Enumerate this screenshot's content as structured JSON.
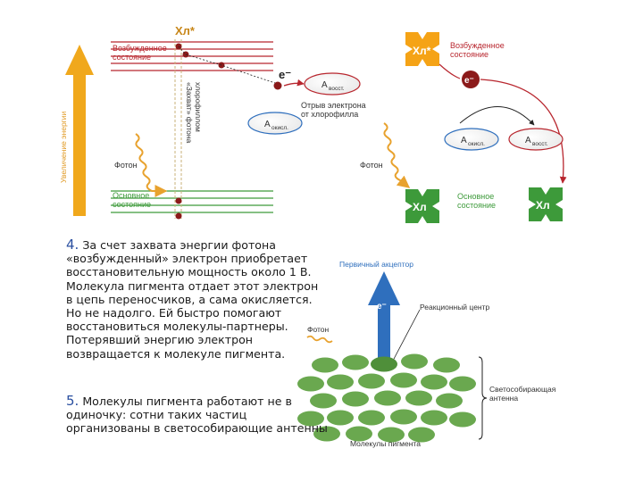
{
  "top_diagram": {
    "energy_axis_label": "Увеличение энергии",
    "excited_state_left": [
      "Возбужденное",
      "состояние"
    ],
    "excited_state_right": [
      "Возбужденное",
      "состояние"
    ],
    "ground_state_left": [
      "Основное",
      "состояние"
    ],
    "ground_state_right": [
      "Основное",
      "состояние"
    ],
    "chl_excited_label": "Хл*",
    "chl_badge_excited": "Хл*",
    "chl_badge_ground": "Хл",
    "chl_badge_ground_right": "Хл",
    "electron_label": "е⁻",
    "electron_badge": "е⁻",
    "photon_left": "Фотон",
    "photon_right": "Фотон",
    "capture_vertical": [
      "«Захват» фотона",
      "хлорофиллом"
    ],
    "electron_loss": [
      "Отрыв электрона",
      "от хлорофилла"
    ],
    "acceptor_reduced": "А",
    "acceptor_reduced_sub": "восст.",
    "acceptor_oxidized": "А",
    "acceptor_oxidized_sub": "окисл."
  },
  "text_block": {
    "p4_number": "4.",
    "p4_lines": [
      " За счет захвата энергии фотона",
      "«возбужденный» электрон приобретает",
      "восстановительную мощность около 1 В.",
      "Молекула пигмента отдает этот электрон",
      "в цепь переносчиков, а сама окисляется.",
      "Но не надолго. Ей быстро помогают",
      "восстановиться молекулы-партнеры.",
      "Потерявший энергию электрон",
      "возвращается к молекуле пигмента."
    ],
    "p5_number": "5.",
    "p5_lines": [
      " Молекулы пигмента работают не в",
      "одиночку: сотни таких частиц",
      "организованы в светособирающие антенны"
    ]
  },
  "antenna_diagram": {
    "primary_acceptor": "Первичный акцептор",
    "electron": "е⁻",
    "reaction_center": "Реакционный центр",
    "photon": "Фотон",
    "antenna": [
      "Светособирающая",
      "антенна"
    ],
    "pigment_molecules": "Молекулы пигмента"
  },
  "colors": {
    "energy_arrow": "#f0a81c",
    "excited_red": "#b8262e",
    "ground_green": "#3d9a3a",
    "badge_orange": "#f5a316",
    "badge_green": "#3d9a3a",
    "electron_dark": "#8b1a1a",
    "photon_wave": "#e8a22e",
    "blue_arrow": "#2f6fbd",
    "pigment_green": "#6aa84f",
    "text_blue": "#2a4fa0"
  }
}
